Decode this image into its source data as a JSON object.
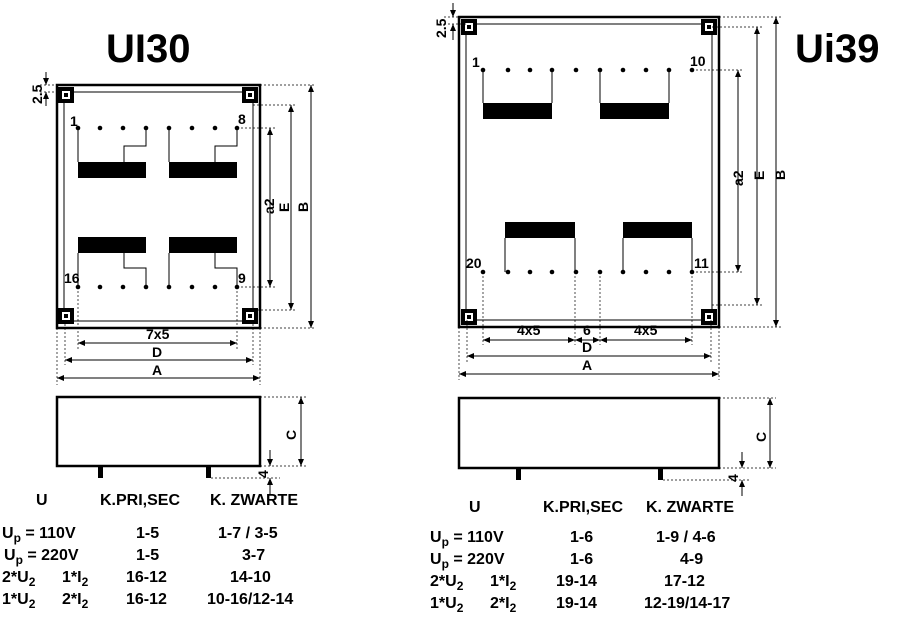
{
  "ui30": {
    "title": "UI30",
    "pins": {
      "first": "1",
      "top_last": "8",
      "bottom_first": "16",
      "bottom_last": "9"
    },
    "dims": {
      "corner": "2.5",
      "pitch": "7x5",
      "d": "D",
      "a": "A",
      "a2": "a2",
      "e": "E",
      "b": "B",
      "c": "C",
      "foot": "4"
    },
    "table": {
      "headers": [
        "U",
        "K.PRI,SEC",
        "K. ZWARTE"
      ],
      "rows": [
        {
          "u": "U",
          "u_sub": "p",
          "u_rest": " = 110V",
          "pri": "1-5",
          "zw": "1-7 / 3-5"
        },
        {
          "u": "U",
          "u_sub": "p",
          "u_rest": " = 220V",
          "pri": "1-5",
          "zw": "3-7"
        },
        {
          "l": "2*U",
          "l_sub": "2",
          "r": "1*I",
          "r_sub": "2",
          "pri": "16-12",
          "zw": "14-10"
        },
        {
          "l": "1*U",
          "l_sub": "2",
          "r": "2*I",
          "r_sub": "2",
          "pri": "16-12",
          "zw": "10-16/12-14"
        }
      ]
    }
  },
  "ui39": {
    "title": "Ui39",
    "pins": {
      "first": "1",
      "top_last": "10",
      "bottom_first": "20",
      "bottom_last": "11"
    },
    "dims": {
      "corner": "2.5",
      "pitch_left": "4x5",
      "gap": "6",
      "pitch_right": "4x5",
      "d": "D",
      "a": "A",
      "a2": "a2",
      "e": "E",
      "b": "B",
      "c": "C",
      "foot": "4"
    },
    "table": {
      "headers": [
        "U",
        "K.PRI,SEC",
        "K. ZWARTE"
      ],
      "rows": [
        {
          "u": "U",
          "u_sub": "p",
          "u_rest": " = 110V",
          "pri": "1-6",
          "zw": "1-9 / 4-6"
        },
        {
          "u": "U",
          "u_sub": "p",
          "u_rest": " = 220V",
          "pri": "1-6",
          "zw": "4-9"
        },
        {
          "l": "2*U",
          "l_sub": "2",
          "r": "1*I",
          "r_sub": "2",
          "pri": "19-14",
          "zw": "17-12"
        },
        {
          "l": "1*U",
          "l_sub": "2",
          "r": "2*I",
          "r_sub": "2",
          "pri": "19-14",
          "zw": "12-19/14-17"
        }
      ]
    }
  }
}
